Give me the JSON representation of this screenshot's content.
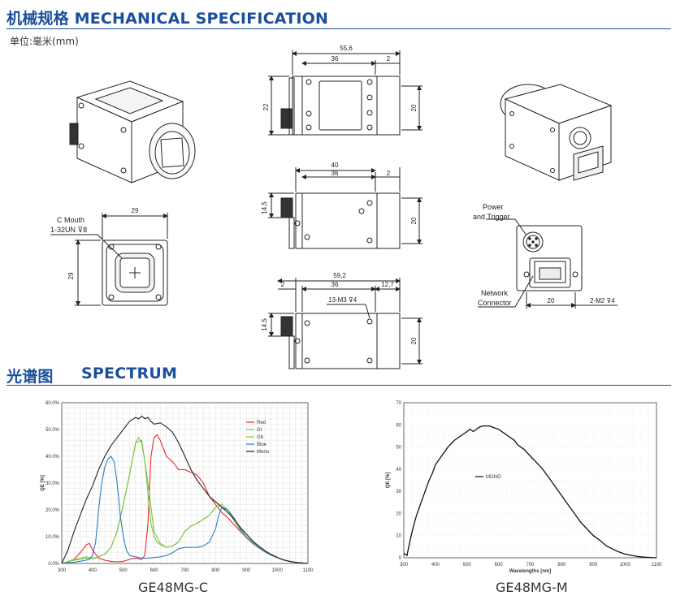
{
  "mechanical": {
    "title": "机械规格 MECHANICAL SPECIFICATION",
    "unit": "单位:毫米(mm)"
  },
  "drawings": {
    "front": {
      "width": "29",
      "height": "29",
      "mount_line1": "C Mouth",
      "mount_line2": "1-32UN ⊽8"
    },
    "top": {
      "overall": "55,6",
      "body": "36",
      "offset": "2",
      "left_h": "22",
      "right_h": "20"
    },
    "side": {
      "overall": "40",
      "body": "36",
      "offset": "2",
      "left_h": "14,5",
      "right_h": "20"
    },
    "bottom": {
      "overall": "59,2",
      "front": "2",
      "body": "36",
      "rear": "12,7",
      "thread": "13-M3 ⊽4",
      "left_h": "14,5",
      "right_h": "20"
    },
    "rear": {
      "power1": "Power",
      "power2": "and Trigger",
      "net1": "Network",
      "net2": "Connector",
      "width": "20",
      "screw": "2-M2 ⊽4"
    }
  },
  "spectrum": {
    "title_cn": "光谱图",
    "title_en": "SPECTRUM"
  },
  "chart_data": [
    {
      "type": "line",
      "caption": "GE48MG-C",
      "ylabel": "QE [%]",
      "xlabel": "",
      "xlim": [
        300,
        1100
      ],
      "ylim": [
        0,
        60
      ],
      "xticks": [
        300,
        400,
        500,
        600,
        700,
        800,
        900,
        1000,
        1100
      ],
      "yticks": [
        "0.0%",
        "10.0%",
        "20.0%",
        "30.0%",
        "40.0%",
        "50.0%",
        "60.0%"
      ],
      "legend": "top-right",
      "grid": true,
      "series": [
        {
          "name": "Red",
          "color": "#e8262a",
          "x": [
            300,
            320,
            340,
            360,
            380,
            390,
            400,
            420,
            440,
            460,
            480,
            500,
            520,
            540,
            560,
            570,
            580,
            590,
            600,
            610,
            620,
            640,
            660,
            680,
            700,
            720,
            740,
            760,
            780,
            800,
            820,
            840,
            860,
            880,
            900,
            920,
            940,
            960,
            980,
            1000,
            1020,
            1040,
            1060,
            1080,
            1100
          ],
          "y": [
            0,
            0.5,
            1.5,
            4,
            7,
            7.5,
            5,
            2,
            1.2,
            0.8,
            0.6,
            0.8,
            1.5,
            2,
            1.5,
            3,
            15,
            40,
            47,
            48,
            46,
            40,
            38,
            35,
            35,
            34,
            33,
            30,
            25,
            22,
            19,
            17,
            14.5,
            12,
            9.5,
            7.5,
            5.8,
            4.3,
            3.1,
            2.2,
            1.3,
            0.8,
            0.4,
            0.2,
            0
          ]
        },
        {
          "name": "Gr",
          "color": "#7dc242",
          "x": [
            300,
            340,
            380,
            400,
            420,
            440,
            460,
            480,
            500,
            520,
            540,
            550,
            560,
            570,
            580,
            590,
            600,
            610,
            620,
            640,
            660,
            680,
            700,
            720,
            740,
            760,
            780,
            800,
            820,
            840,
            860,
            880,
            900,
            940,
            980,
            1020,
            1060,
            1100
          ],
          "y": [
            0,
            1.5,
            2.5,
            2,
            2.5,
            3.5,
            6,
            12,
            22,
            33,
            45,
            47,
            45,
            38,
            26,
            15,
            10,
            8,
            7,
            6,
            6.5,
            8,
            12,
            14,
            15,
            16.5,
            18,
            21,
            22,
            20,
            16,
            12.5,
            9.5,
            5.8,
            3.1,
            1.3,
            0.4,
            0
          ]
        },
        {
          "name": "Gb",
          "color": "#7dc242",
          "x": [
            300,
            330,
            360,
            380,
            400,
            420,
            440,
            460,
            480,
            500,
            520,
            540,
            560,
            580,
            600,
            620,
            640,
            660,
            680,
            700,
            720,
            740,
            760,
            780,
            800,
            820
          ],
          "y": [
            0,
            1,
            1.5,
            2,
            1.8,
            2.5,
            3.5,
            6,
            12,
            22,
            33,
            45,
            46,
            30,
            12,
            7.5,
            6,
            6.5,
            8,
            12,
            14,
            15,
            16.5,
            18,
            21,
            22
          ]
        },
        {
          "name": "Blue",
          "color": "#2a7ec2",
          "x": [
            300,
            340,
            370,
            390,
            400,
            410,
            420,
            430,
            440,
            450,
            460,
            470,
            480,
            490,
            500,
            510,
            520,
            540,
            560,
            580,
            600,
            620,
            640,
            660,
            680,
            700,
            720,
            740,
            760,
            780,
            800,
            810,
            820,
            840,
            860,
            880,
            900,
            940,
            980,
            1020,
            1060,
            1100
          ],
          "y": [
            0,
            0.5,
            1,
            1.5,
            3,
            8,
            20,
            30,
            36,
            39,
            40,
            38,
            30,
            18,
            10,
            5,
            3,
            2.5,
            2,
            2,
            2.2,
            2.5,
            3,
            4,
            5.5,
            6,
            6,
            6,
            6.5,
            8,
            13,
            18,
            21,
            20,
            17,
            13,
            10,
            6,
            3.1,
            1.3,
            0.4,
            0
          ]
        },
        {
          "name": "Mono",
          "color": "#222222",
          "x": [
            300,
            320,
            340,
            360,
            380,
            400,
            420,
            440,
            460,
            480,
            500,
            520,
            540,
            550,
            560,
            570,
            580,
            590,
            600,
            620,
            640,
            660,
            680,
            700,
            720,
            740,
            760,
            780,
            800,
            820,
            840,
            860,
            880,
            900,
            920,
            940,
            960,
            980,
            1000,
            1020,
            1040,
            1060,
            1080,
            1100
          ],
          "y": [
            0,
            5,
            12,
            18,
            24,
            29,
            35,
            40,
            44,
            47,
            50,
            53,
            54.5,
            54,
            55,
            54,
            54.5,
            53,
            52,
            52.5,
            51,
            49,
            45,
            40,
            35,
            31,
            28,
            25,
            23,
            21,
            19,
            16.5,
            13.5,
            11,
            8.5,
            6.5,
            4.8,
            3.4,
            2.3,
            1.4,
            0.8,
            0.4,
            0.2,
            0
          ]
        }
      ]
    },
    {
      "type": "line",
      "caption": "GE48MG-M",
      "ylabel": "QE [%]",
      "xlabel": "Wavelengths [nm]",
      "xlim": [
        300,
        1100
      ],
      "ylim": [
        0,
        70
      ],
      "xticks": [
        300,
        400,
        500,
        600,
        700,
        800,
        900,
        1000,
        1100
      ],
      "yticks": [
        0,
        10,
        20,
        30,
        40,
        50,
        60,
        70
      ],
      "legend": "left",
      "grid": true,
      "series": [
        {
          "name": "MONO",
          "color": "#111111",
          "x": [
            300,
            310,
            320,
            330,
            340,
            350,
            360,
            370,
            380,
            390,
            400,
            420,
            440,
            460,
            480,
            500,
            510,
            520,
            530,
            540,
            550,
            560,
            570,
            580,
            590,
            600,
            610,
            620,
            630,
            640,
            650,
            660,
            680,
            700,
            720,
            740,
            760,
            780,
            800,
            820,
            840,
            860,
            880,
            900,
            920,
            940,
            960,
            980,
            1000,
            1020,
            1040,
            1060,
            1080,
            1100
          ],
          "y": [
            2,
            1,
            8,
            14,
            19,
            23,
            27,
            31,
            35,
            38,
            42,
            46,
            50,
            53,
            55,
            57,
            58,
            57,
            58,
            59,
            59.5,
            59.5,
            59.5,
            59,
            58.5,
            58,
            57,
            56,
            55,
            54,
            53,
            51,
            49,
            46,
            43,
            40,
            36,
            32,
            28,
            24,
            20,
            16,
            13,
            10,
            8,
            5.5,
            4,
            2.7,
            1.7,
            1.1,
            0.6,
            0.3,
            0.15,
            0
          ]
        }
      ]
    }
  ]
}
